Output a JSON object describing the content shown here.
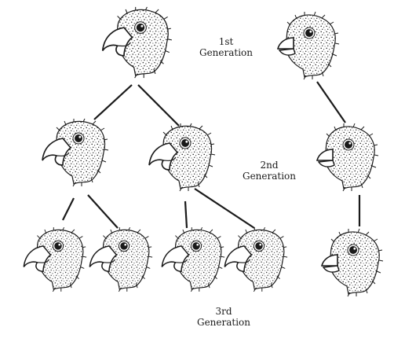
{
  "labels": {
    "gen1_num": "1st",
    "gen1_word": "Generation",
    "gen2_num": "2nd",
    "gen2_word": "Generation",
    "gen3_num": "3rd",
    "gen3_word": "Generation"
  },
  "birds": [
    {
      "id": "gen1-ancestor-hooked",
      "beak": "hooked"
    },
    {
      "id": "gen2-left-hooked",
      "beak": "hooked"
    },
    {
      "id": "gen2-right-hooked",
      "beak": "hooked"
    },
    {
      "id": "gen3-a-hooked",
      "beak": "hooked"
    },
    {
      "id": "gen3-b-hooked",
      "beak": "hooked"
    },
    {
      "id": "gen3-c-hooked",
      "beak": "hooked"
    },
    {
      "id": "gen3-d-hooked",
      "beak": "hooked"
    },
    {
      "id": "line2-gen1-short",
      "beak": "short"
    },
    {
      "id": "line2-gen2-short",
      "beak": "short"
    },
    {
      "id": "line2-gen3-short",
      "beak": "short"
    }
  ],
  "colors": {
    "ink": "#1a1a1a",
    "beak_fill": "#ffffff",
    "background": "#ffffff"
  }
}
